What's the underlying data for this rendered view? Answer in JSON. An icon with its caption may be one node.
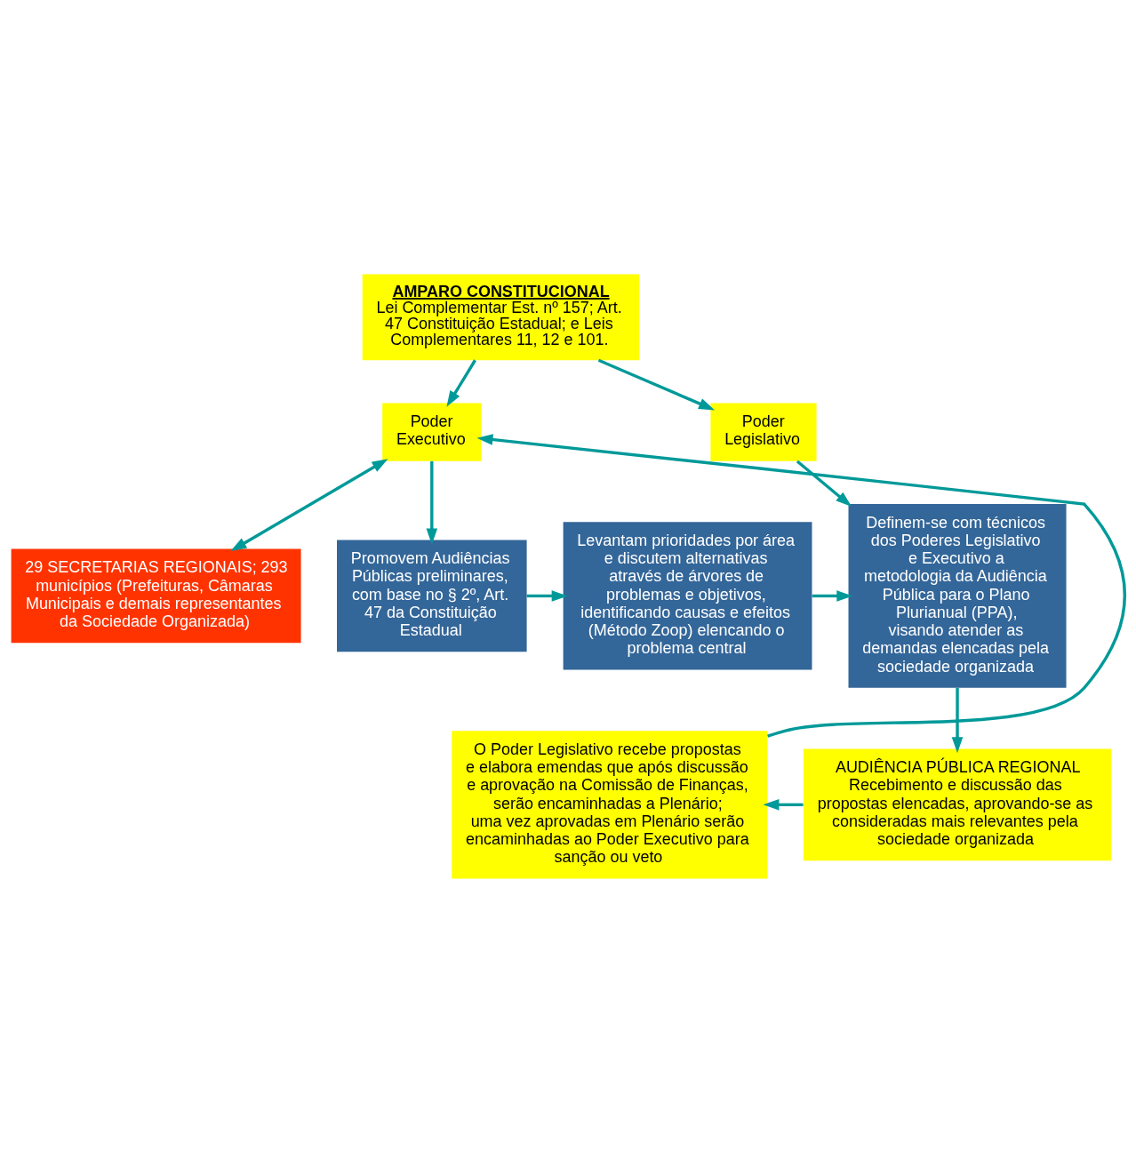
{
  "diagram": {
    "nodes": [
      {
        "text": [
          "AMPARO CONSTITUCIONAL",
          "Lei Complementar Est. nº 157; Art. 47 Constituição Estadual; e Leis Complementares 11, 12 e 101."
        ]
      },
      {
        "text": [
          "Poder Executivo"
        ]
      },
      {
        "text": [
          "Poder Legislativo"
        ]
      },
      {
        "text": [
          "29 SECRETARIAS REGIONAIS; 293 municípios (Prefeituras, Câmaras Municipais e demais representantes da Sociedade Organizada)"
        ]
      },
      {
        "text": [
          "Promovem Audiências Públicas preliminares, com base no § 2º, Art. 47 da Constituição Estadual"
        ]
      },
      {
        "text": [
          "Levantam prioridades por área e discutem alternativas através de árvores de problemas e objetivos, identificando causas e efeitos (Método Zoop) elencando o problema central"
        ]
      },
      {
        "text": [
          "Definem-se com técnicos dos Poderes Legislativo e Executivo a metodologia da Audiência Pública para o Plano Plurianual (PPA), visando atender as demandas elencadas pela sociedade organizada"
        ]
      },
      {
        "text": [
          "AUDIÊNCIA PÚBLICA REGIONAL",
          "Recebimento e discussão das propostas elencadas, aprovando-se as consideradas mais relevantes pela sociedade organizada"
        ]
      },
      {
        "text": [
          "O Poder Legislativo recebe propostas e elabora emendas que após discussão e aprovação na Comissão de Finanças, serão encaminhadas a Plenário;",
          "uma vez aprovadas em Plenário serão encaminhadas ao Poder Executivo para sanção ou veto"
        ]
      }
    ],
    "edges": [
      {
        "from": 0,
        "to": 1,
        "arrow": "to"
      },
      {
        "from": 0,
        "to": 2,
        "arrow": "to"
      },
      {
        "from": 1,
        "to": 3,
        "arrow": "both"
      },
      {
        "from": 1,
        "to": 4,
        "arrow": "to"
      },
      {
        "from": 4,
        "to": 5,
        "arrow": "to"
      },
      {
        "from": 2,
        "to": 6,
        "arrow": "to"
      },
      {
        "from": 5,
        "to": 6,
        "arrow": "to"
      },
      {
        "from": 6,
        "to": 7,
        "arrow": "to"
      },
      {
        "from": 7,
        "to": 8,
        "arrow": "to"
      },
      {
        "from": 8,
        "to": 1,
        "arrow": "to"
      }
    ]
  }
}
